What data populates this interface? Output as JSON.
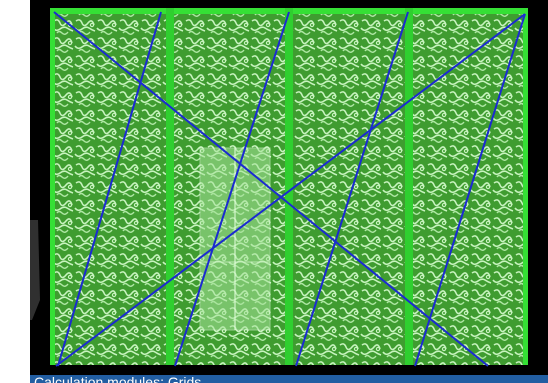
{
  "caption": {
    "text": "Calculation modules: Grids"
  },
  "colors": {
    "background": "#000000",
    "plate": "#3d9a2e",
    "rail": "#35e035",
    "pattern": "#b9efb0",
    "overlay": "#9dd98f",
    "grid_line": "#1b2bd0",
    "caption_band": "#286ebe"
  },
  "columns": 4,
  "grid_line_count": 6
}
